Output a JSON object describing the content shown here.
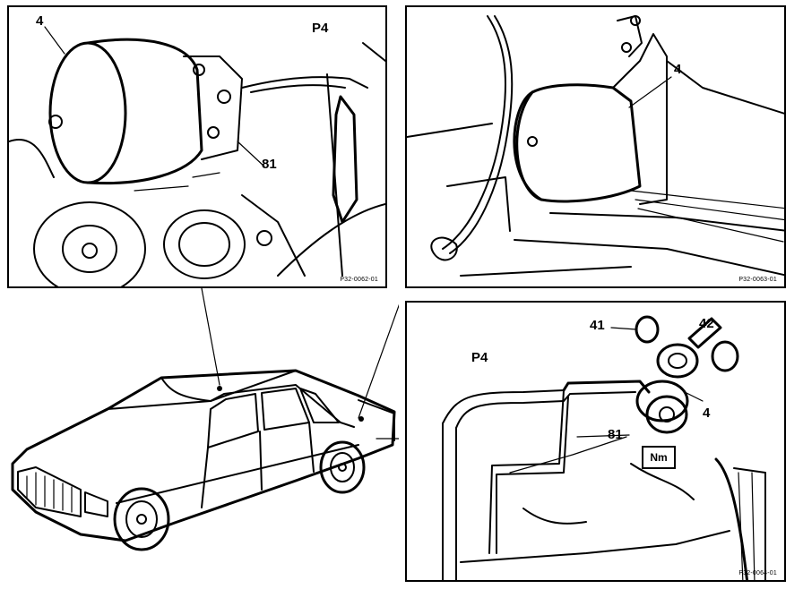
{
  "panel_top_left": {
    "callout_component": "4",
    "callout_line": "P4",
    "callout_screw": "81",
    "figure_code": "P32-0062-01"
  },
  "panel_top_right": {
    "callout_component": "4",
    "figure_code": "P32-0063-01"
  },
  "panel_bottom_right": {
    "callout_line": "P4",
    "callout_nut": "41",
    "callout_washer": "42",
    "callout_component": "4",
    "callout_screw": "81",
    "torque_symbol": "Nm",
    "figure_code": "P32-0064-01"
  },
  "vehicle": {
    "icon": "sedan-car-icon"
  }
}
